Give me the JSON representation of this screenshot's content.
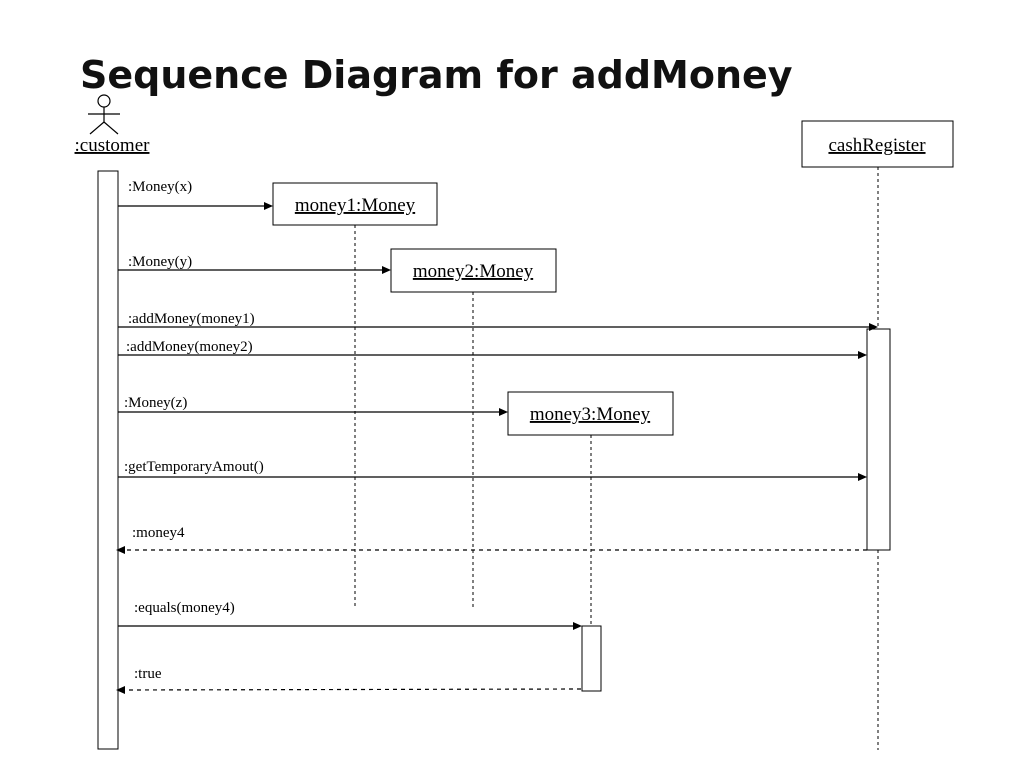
{
  "title": "Sequence Diagram for addMoney",
  "actor": {
    "name": ":customer",
    "icon": "stick-figure-actor-icon"
  },
  "objects": [
    {
      "id": "money1",
      "name": "money1:Money"
    },
    {
      "id": "money2",
      "name": "money2:Money"
    },
    {
      "id": "money3",
      "name": "money3:Money"
    },
    {
      "id": "cashRegister",
      "name": "cashRegister"
    }
  ],
  "messages": [
    {
      "label": ":Money(x)",
      "from": "customer",
      "to": "money1",
      "kind": "create"
    },
    {
      "label": ":Money(y)",
      "from": "customer",
      "to": "money2",
      "kind": "create"
    },
    {
      "label": ":addMoney(money1)",
      "from": "customer",
      "to": "cashRegister",
      "kind": "call"
    },
    {
      "label": ":addMoney(money2)",
      "from": "customer",
      "to": "cashRegister",
      "kind": "call"
    },
    {
      "label": ":Money(z)",
      "from": "customer",
      "to": "money3",
      "kind": "create"
    },
    {
      "label": ":getTemporaryAmout()",
      "from": "customer",
      "to": "cashRegister",
      "kind": "call"
    },
    {
      "label": ":money4",
      "from": "cashRegister",
      "to": "customer",
      "kind": "return"
    },
    {
      "label": ":equals(money4)",
      "from": "customer",
      "to": "money3",
      "kind": "call"
    },
    {
      "label": ":true",
      "from": "money3",
      "to": "customer",
      "kind": "return"
    }
  ]
}
